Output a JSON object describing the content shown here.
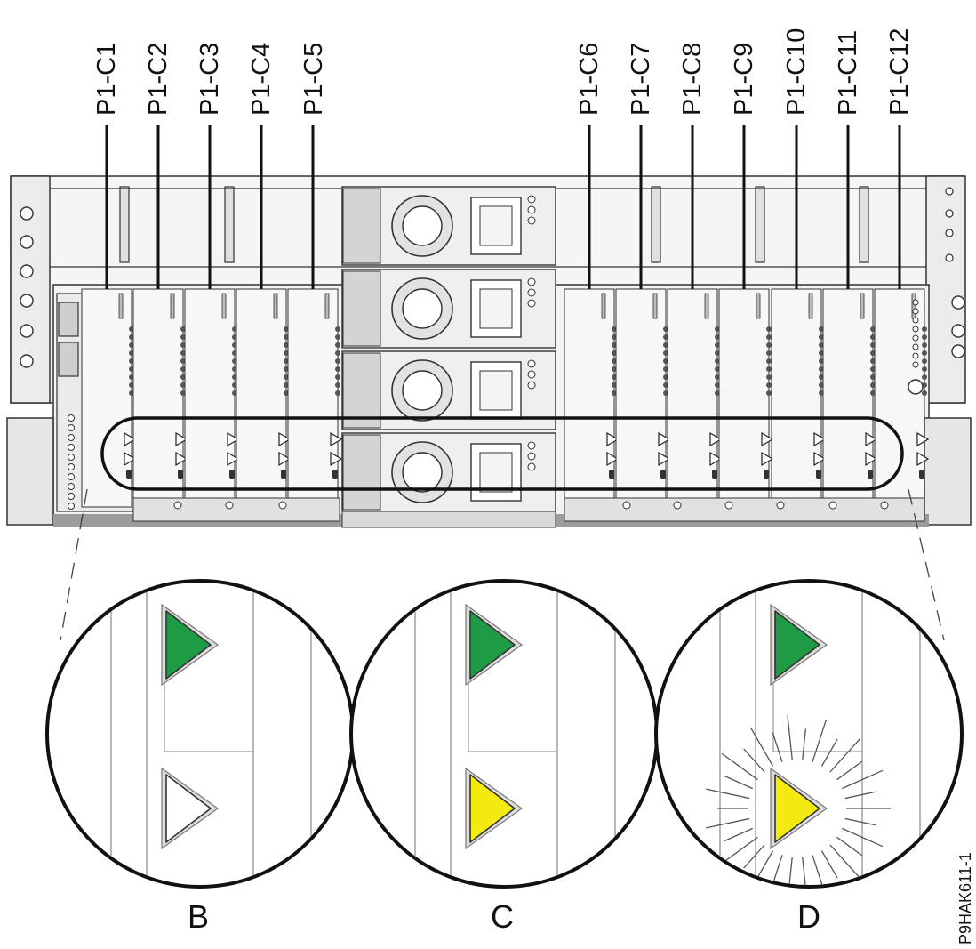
{
  "slot_labels": [
    "P1-C1",
    "P1-C2",
    "P1-C3",
    "P1-C4",
    "P1-C5",
    "P1-C6",
    "P1-C7",
    "P1-C8",
    "P1-C9",
    "P1-C10",
    "P1-C11",
    "P1-C12"
  ],
  "callouts": [
    "B",
    "C",
    "D"
  ],
  "figure_id": "P9HAK611-1",
  "led_states": [
    {
      "callout": "B",
      "top_led": "green",
      "bottom_led": "off"
    },
    {
      "callout": "C",
      "top_led": "green",
      "bottom_led": "yellow"
    },
    {
      "callout": "D",
      "top_led": "green",
      "bottom_led": "yellow-flashing"
    }
  ],
  "colors": {
    "green": "#1f9a45",
    "yellow": "#f2ea10",
    "off": "#ffffff",
    "chassis_line": "#333333",
    "chassis_fill": "#e8e8e8"
  }
}
